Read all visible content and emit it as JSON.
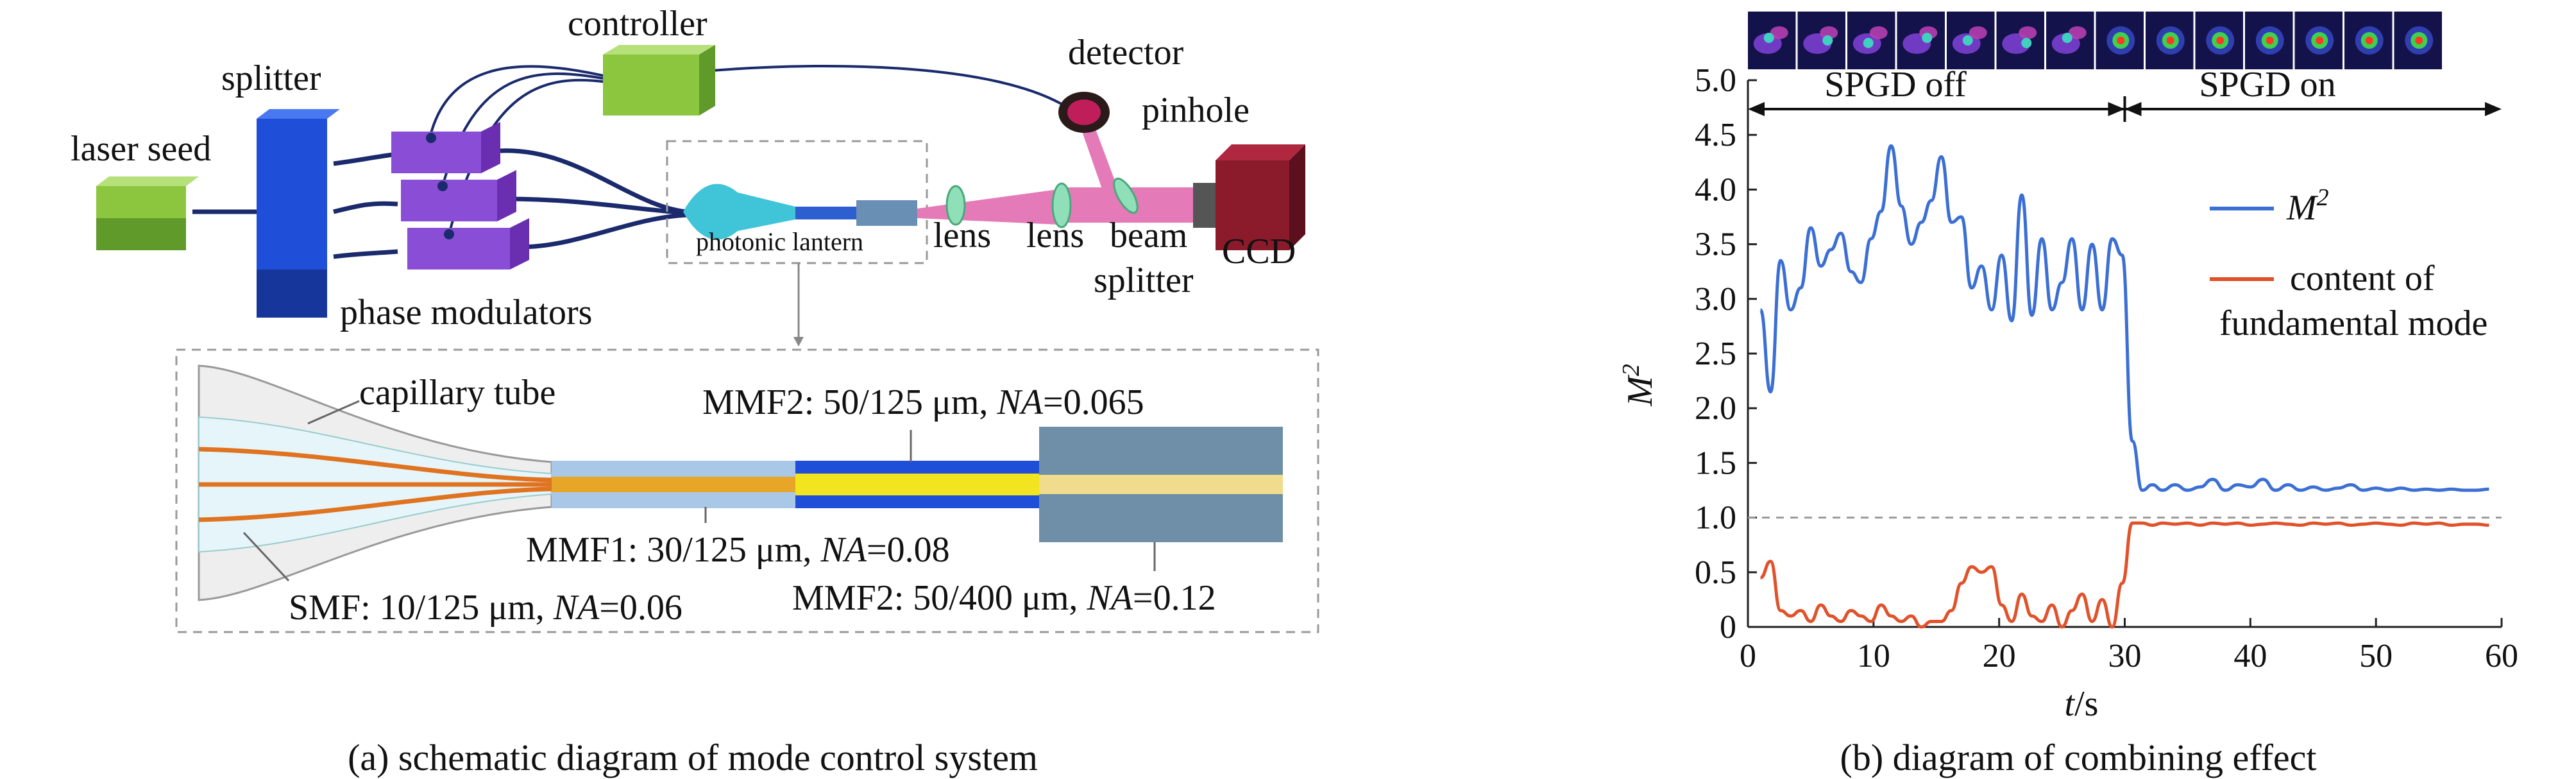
{
  "panel_a": {
    "caption": "(a) schematic diagram of mode control system",
    "labels": {
      "controller": "controller",
      "splitter": "splitter",
      "laser_seed": "laser seed",
      "detector": "detector",
      "pinhole": "pinhole",
      "photonic_lantern": "photonic lantern",
      "lens1": "lens",
      "lens2": "lens",
      "beam": "beam",
      "beam_splitter": "splitter",
      "ccd": "CCD",
      "phase_modulators": "phase modulators"
    },
    "inset": {
      "capillary_tube": "capillary tube",
      "mmf2_top_prefix": "MMF2: 50/125 μm, ",
      "mmf1_prefix": "MMF1: 30/125 μm, ",
      "smf_prefix": "SMF: 10/125 μm, ",
      "mmf2_bottom_prefix": "MMF2: 50/400 μm, ",
      "na_label": "NA",
      "mmf2_top_na": "=0.065",
      "mmf1_na": "=0.08",
      "smf_na": "=0.06",
      "mmf2_bottom_na": "=0.12"
    },
    "colors": {
      "green_box": "#8cc63f",
      "blue_splitter": "#1f4fd8",
      "purple_modulator": "#8a4dd6",
      "pink_beam": "#e57ab8",
      "ccd": "#8b1a2b",
      "lantern_cyan": "#40c4d8"
    }
  },
  "panel_b": {
    "caption": "(b) diagram of combining effect",
    "spgd_off": "SPGD off",
    "spgd_on": "SPGD on",
    "legend": {
      "m2_main": "M",
      "m2_sup": "2",
      "content_line1": "content of",
      "content_line2": "fundamental mode"
    },
    "colors": {
      "m2": "#3b6fd4",
      "content": "#e0522a"
    },
    "beam_profiles": 14
  },
  "chart_data": {
    "type": "line",
    "xlabel_var": "t",
    "xlabel_unit": "/s",
    "ylabel_main": "M",
    "ylabel_sup": "2",
    "xlim": [
      0,
      60
    ],
    "ylim": [
      0,
      5.0
    ],
    "x_ticks": [
      "0",
      "10",
      "20",
      "30",
      "40",
      "50",
      "60"
    ],
    "y_ticks": [
      "0",
      "0.5",
      "1.0",
      "1.5",
      "2.0",
      "2.5",
      "3.0",
      "3.5",
      "4.0",
      "4.5",
      "5.0"
    ],
    "reference_line": 1.0,
    "x": [
      1,
      1.8,
      2.6,
      3.4,
      4.2,
      5.0,
      5.8,
      6.6,
      7.4,
      8.2,
      9.0,
      9.8,
      10.6,
      11.4,
      12.2,
      13.0,
      13.8,
      14.6,
      15.4,
      16.2,
      17.0,
      17.8,
      18.6,
      19.4,
      20.2,
      21.0,
      21.8,
      22.6,
      23.4,
      24.2,
      25.0,
      25.8,
      26.6,
      27.4,
      28.2,
      29.0,
      29.8,
      30.6,
      31.4,
      32.2,
      33.0,
      34.0,
      35.0,
      36.0,
      37.0,
      38.0,
      39.0,
      40.0,
      41.0,
      42.0,
      43.0,
      44.0,
      45.0,
      46.0,
      47.0,
      48.0,
      49.0,
      50.0,
      51.0,
      52.0,
      53.0,
      54.0,
      55.0,
      56.0,
      57.0,
      58.0,
      59.0
    ],
    "series": [
      {
        "name": "M2",
        "values": [
          2.9,
          2.15,
          3.35,
          2.9,
          3.1,
          3.65,
          3.3,
          3.45,
          3.6,
          3.25,
          3.15,
          3.55,
          3.8,
          4.4,
          3.85,
          3.5,
          3.7,
          3.9,
          4.3,
          3.7,
          3.75,
          3.1,
          3.3,
          2.9,
          3.4,
          2.8,
          3.95,
          2.85,
          3.55,
          2.9,
          3.15,
          3.55,
          2.9,
          3.5,
          2.9,
          3.55,
          3.4,
          1.7,
          1.25,
          1.3,
          1.25,
          1.3,
          1.25,
          1.28,
          1.35,
          1.25,
          1.3,
          1.28,
          1.35,
          1.25,
          1.3,
          1.25,
          1.28,
          1.25,
          1.27,
          1.3,
          1.25,
          1.27,
          1.25,
          1.27,
          1.25,
          1.26,
          1.25,
          1.26,
          1.25,
          1.25,
          1.26
        ]
      },
      {
        "name": "content of fundamental mode",
        "values": [
          0.45,
          0.6,
          0.15,
          0.1,
          0.15,
          0.05,
          0.2,
          0.1,
          0.05,
          0.15,
          0.1,
          0.05,
          0.2,
          0.1,
          0.05,
          0.1,
          0.0,
          0.05,
          0.05,
          0.15,
          0.4,
          0.55,
          0.5,
          0.55,
          0.2,
          0.05,
          0.3,
          0.1,
          0.05,
          0.2,
          0.0,
          0.15,
          0.3,
          0.05,
          0.25,
          0.0,
          0.4,
          0.95,
          0.95,
          0.93,
          0.95,
          0.94,
          0.95,
          0.93,
          0.95,
          0.94,
          0.95,
          0.93,
          0.94,
          0.95,
          0.94,
          0.93,
          0.95,
          0.94,
          0.95,
          0.93,
          0.94,
          0.95,
          0.94,
          0.93,
          0.95,
          0.94,
          0.95,
          0.93,
          0.94,
          0.94,
          0.93
        ]
      }
    ]
  }
}
